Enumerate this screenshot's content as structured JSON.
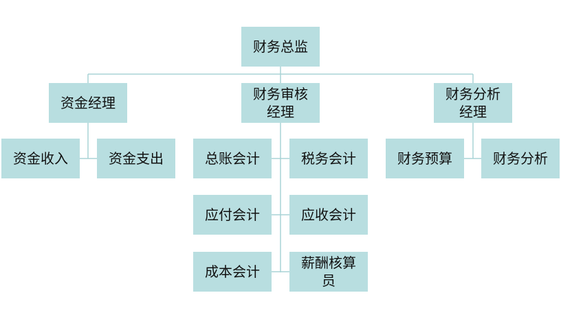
{
  "colors": {
    "node_fill": "#b8dee0",
    "connector": "#a9d3d6",
    "text": "#111111"
  },
  "nodes": {
    "cfo": "财务总监",
    "fund_manager": "资金经理",
    "audit_manager": "财务审核\n经理",
    "analysis_manager": "财务分析\n经理",
    "fund_income": "资金收入",
    "fund_expense": "资金支出",
    "general_ledger": "总账会计",
    "tax": "税务会计",
    "payable": "应付会计",
    "receivable": "应收会计",
    "cost": "成本会计",
    "payroll": "薪酬核算\n员",
    "budget": "财务预算",
    "analysis": "财务分析"
  }
}
